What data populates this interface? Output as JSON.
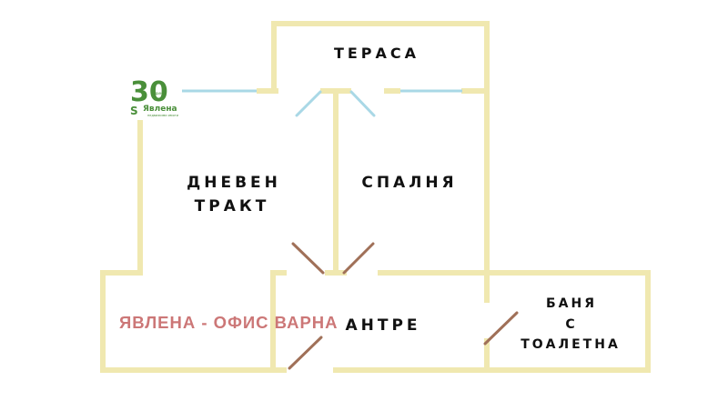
{
  "colors": {
    "wall": "#f0e8b0",
    "window": "#a9d8e6",
    "door_inner": "#a9d8e6",
    "door_brown": "#a07058",
    "watermark": "#cc7777",
    "logo": "#4a8f3a"
  },
  "rooms": {
    "terrace": "ТЕРАСА",
    "living_line1": "ДНЕВЕН",
    "living_line2": "ТРАКТ",
    "bedroom": "СПАЛНЯ",
    "hall": "АНТРЕ",
    "bath_line1": "БАНЯ",
    "bath_line2": "С",
    "bath_line3": "ТОАЛЕТНА"
  },
  "watermark": {
    "text": "ЯВЛЕНА - ОФИС ВАРНА"
  },
  "logo": {
    "number": "30",
    "years_text": "години",
    "brand": "Явлена",
    "tagline": "недвижими имоти",
    "mark": "S"
  }
}
